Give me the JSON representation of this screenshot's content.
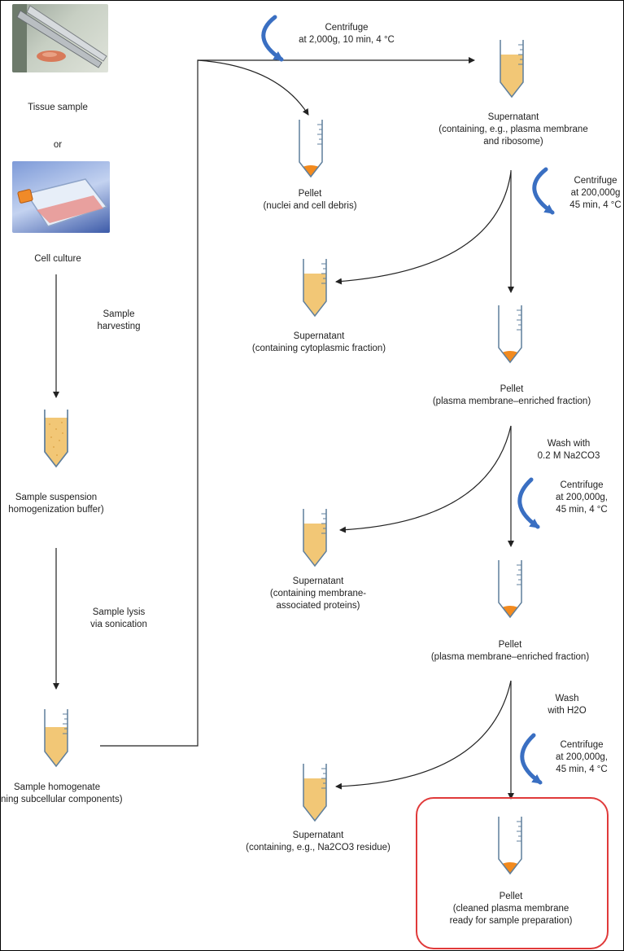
{
  "labels": {
    "tissue": "Tissue sample",
    "or": "or",
    "cell_culture": "Cell culture",
    "harvest_1": "Sample",
    "harvest_2": "harvesting",
    "suspension_1": "Sample suspension",
    "suspension_2": "homogenization buffer)",
    "lysis_1": "Sample lysis",
    "lysis_2": "via sonication",
    "homogenate_1": "Sample homogenate",
    "homogenate_2": "ning subcellular components)",
    "cf1_1": "Centrifuge",
    "cf1_2": "at 2,000g, 10 min, 4 °C",
    "pellet1_1": "Pellet",
    "pellet1_2": "(nuclei and cell debris)",
    "sup1_1": "Supernatant",
    "sup1_2": "(containing, e.g., plasma membrane",
    "sup1_3": "and ribosome)",
    "cf2_1": "Centrifuge",
    "cf2_2": "at 200,000g",
    "cf2_3": "45 min, 4 °C",
    "sup2_1": "Supernatant",
    "sup2_2": "(containing cytoplasmic fraction)",
    "pellet2_1": "Pellet",
    "pellet2_2": "(plasma membrane–enriched fraction)",
    "wash1_1": "Wash with",
    "wash1_2": "0.2 M Na2CO3",
    "cf3_1": "Centrifuge",
    "cf3_2": "at 200,000g,",
    "cf3_3": "45 min, 4 °C",
    "sup3_1": "Supernatant",
    "sup3_2": "(containing membrane-",
    "sup3_3": "associated proteins)",
    "pellet3_1": "Pellet",
    "pellet3_2": "(plasma membrane–enriched fraction)",
    "wash2_1": "Wash",
    "wash2_2": "with H2O",
    "cf4_1": "Centrifuge",
    "cf4_2": "at 200,000g,",
    "cf4_3": "45 min, 4 °C",
    "sup4_1": "Supernatant",
    "sup4_2": "(containing, e.g., Na2CO3 residue)",
    "pellet4_1": "Pellet",
    "pellet4_2": "(cleaned plasma membrane",
    "pellet4_3": "ready for sample preparation)"
  },
  "colors": {
    "supernatant": "#f2c776",
    "pellet": "#f28a1e",
    "tube_outline": "#5f7f9c",
    "centrifuge_arrow": "#3a6fc2",
    "highlight": "#e03a3a"
  }
}
